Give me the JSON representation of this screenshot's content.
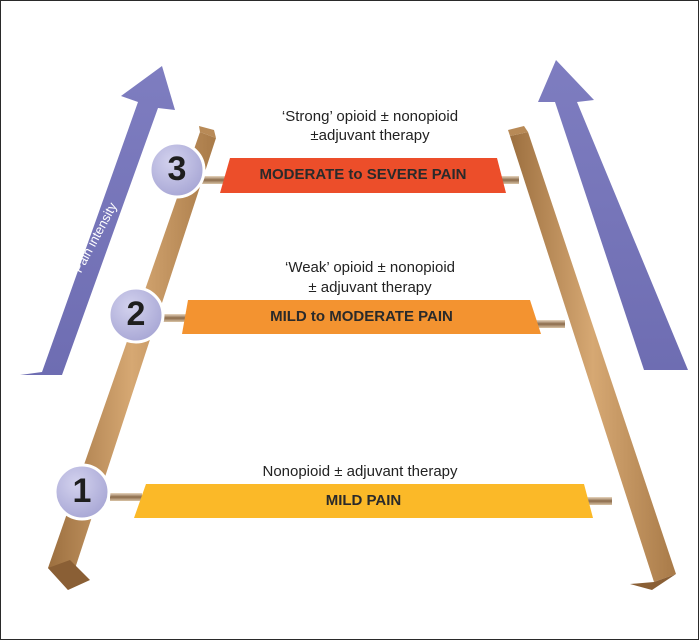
{
  "axis_label": "Pain intensity",
  "steps": [
    {
      "number": "1",
      "band_label": "MILD PAIN",
      "caption_line1": "Nonopioid ± adjuvant therapy",
      "caption_line2": "",
      "color": "#fbb928"
    },
    {
      "number": "2",
      "band_label": "MILD to MODERATE PAIN",
      "caption_line1": "‘Weak’ opioid ± nonopioid",
      "caption_line2": "± adjuvant therapy",
      "color": "#f39330"
    },
    {
      "number": "3",
      "band_label": "MODERATE to SEVERE PAIN",
      "caption_line1": "‘Strong’ opioid ± nonopioid",
      "caption_line2": "±adjuvant therapy",
      "color": "#ec4e2a"
    }
  ],
  "colors": {
    "arrow": "#7372b6",
    "rail": "#c79a64",
    "circle": "#b7b6dd"
  }
}
